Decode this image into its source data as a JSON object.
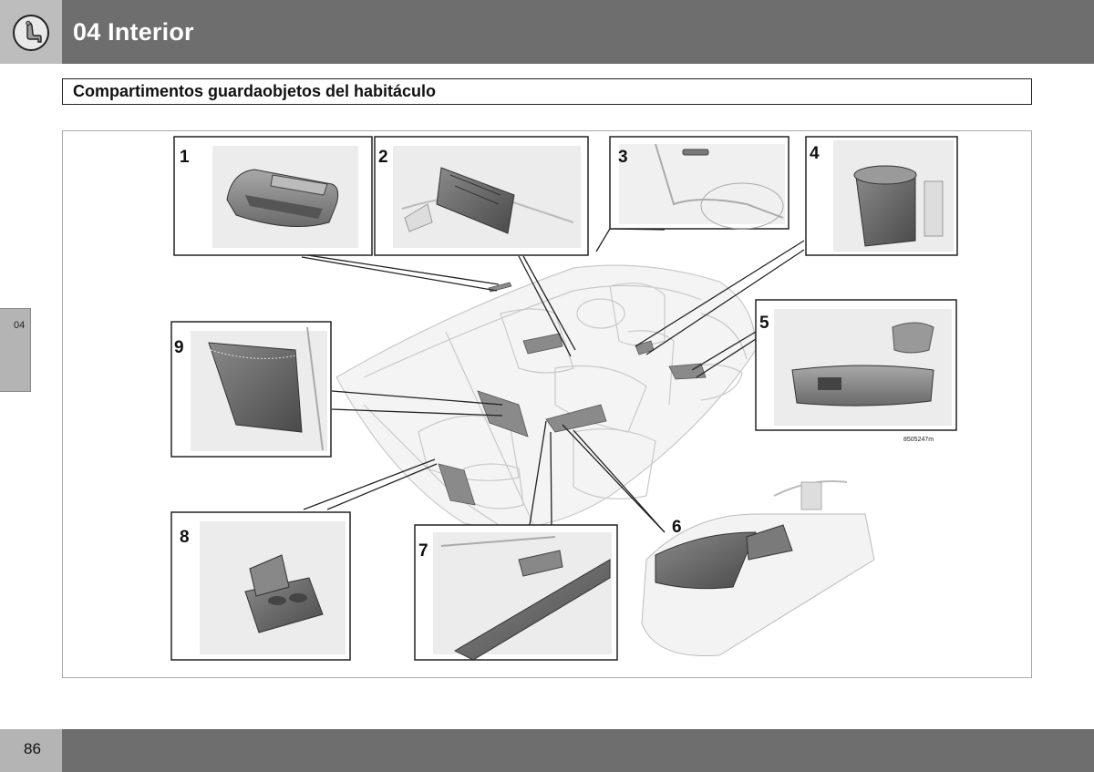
{
  "header": {
    "chapter_title": "04 Interior",
    "icon": "seat-icon",
    "bar_color": "#6e6e6e",
    "tab_color": "#bdbdbd"
  },
  "section": {
    "heading": "Compartimentos guardaobjetos del habitáculo"
  },
  "side_tab": {
    "label": "04"
  },
  "figure": {
    "reference_code": "8505247m",
    "callouts": [
      "1",
      "2",
      "3",
      "4",
      "5",
      "6",
      "7",
      "8",
      "9"
    ]
  },
  "footer": {
    "page_number": "86"
  }
}
